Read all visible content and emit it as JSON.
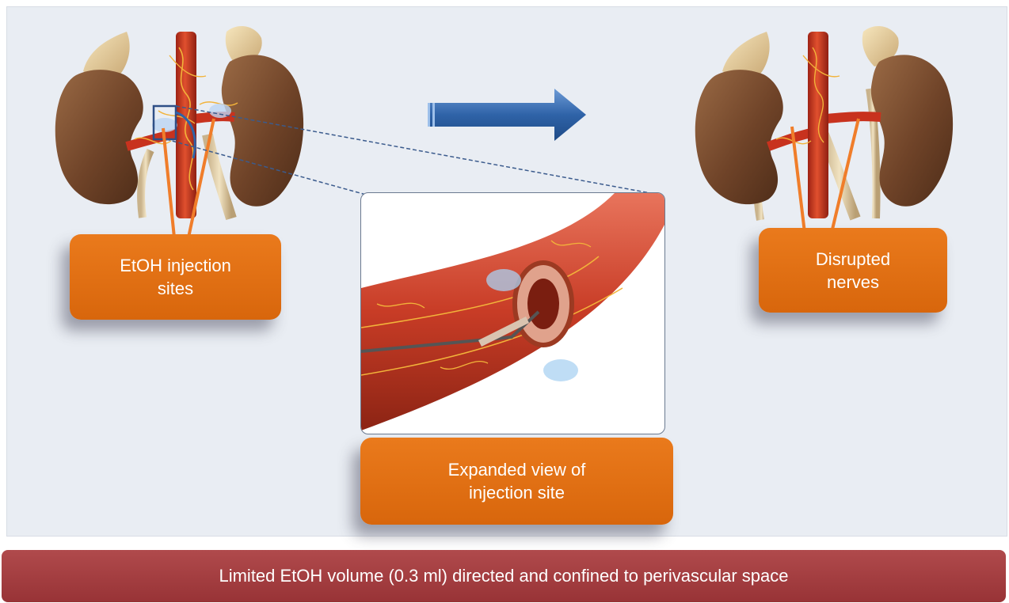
{
  "labels": {
    "etoh_sites": [
      "EtOH injection",
      "sites"
    ],
    "disrupted": [
      "Disrupted",
      "nerves"
    ],
    "expanded": [
      "Expanded view of",
      "injection site"
    ]
  },
  "banner": "Limited EtOH volume (0.3 ml) directed and confined to perivascular space",
  "colors": {
    "label_orange": "#e0701a",
    "banner_red": "#a23d40",
    "arrow_blue": "#2f63a8",
    "pointer_orange": "#f07d2a",
    "kidney_brown": "#7a4a2c",
    "artery_red": "#c8321e",
    "nerve_yellow": "#f2b33a",
    "panel_bg": "#e9edf3"
  },
  "icons": [
    "left-kidney-illustration",
    "aorta-illustration",
    "right-kidney-illustration",
    "process-arrow-icon",
    "catheter-inset-illustration"
  ]
}
